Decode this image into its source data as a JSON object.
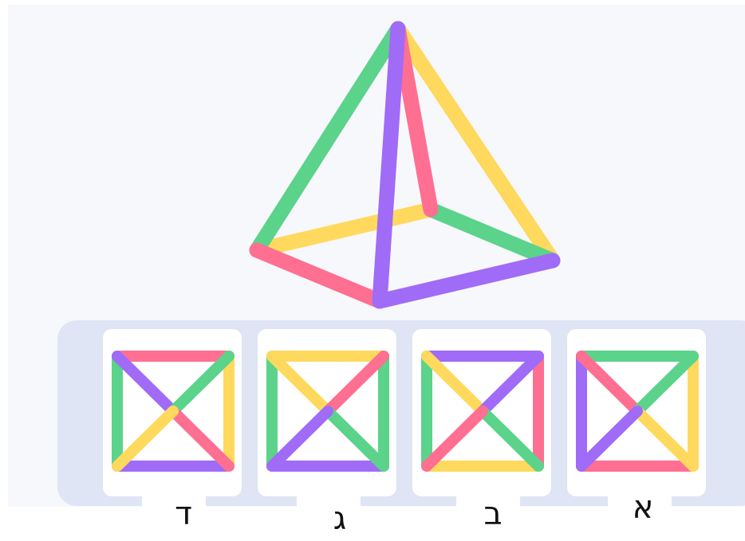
{
  "colors": {
    "green": "#5bd38a",
    "yellow": "#ffd95e",
    "pink": "#ff6f92",
    "purple": "#a06bf7",
    "tray": "#dfe5f5"
  },
  "pyramid": {
    "edges": [
      {
        "from": "apex",
        "to": "left",
        "color": "green"
      },
      {
        "from": "apex",
        "to": "back",
        "color": "pink"
      },
      {
        "from": "apex",
        "to": "right",
        "color": "yellow"
      },
      {
        "from": "apex",
        "to": "front",
        "color": "purple"
      },
      {
        "from": "left",
        "to": "back",
        "color": "yellow"
      },
      {
        "from": "back",
        "to": "right",
        "color": "green"
      },
      {
        "from": "left",
        "to": "front",
        "color": "pink"
      },
      {
        "from": "front",
        "to": "right",
        "color": "purple"
      }
    ]
  },
  "options": [
    {
      "label": "ד",
      "edges": {
        "top": "pink",
        "bottom": "purple",
        "left": "green",
        "right": "yellow",
        "diag_tl_c": "purple",
        "diag_tr_c": "green",
        "diag_bl_c": "yellow",
        "diag_br_c": "pink"
      }
    },
    {
      "label": "ג",
      "edges": {
        "top": "yellow",
        "bottom": "purple",
        "left": "green",
        "right": "green",
        "diag_tl_c": "yellow",
        "diag_tr_c": "pink",
        "diag_bl_c": "purple",
        "diag_br_c": "green"
      }
    },
    {
      "label": "ב",
      "edges": {
        "top": "purple",
        "bottom": "yellow",
        "left": "green",
        "right": "pink",
        "diag_tl_c": "yellow",
        "diag_tr_c": "purple",
        "diag_bl_c": "pink",
        "diag_br_c": "green"
      }
    },
    {
      "label": "א",
      "edges": {
        "top": "green",
        "bottom": "pink",
        "left": "purple",
        "right": "yellow",
        "diag_tl_c": "pink",
        "diag_tr_c": "green",
        "diag_bl_c": "purple",
        "diag_br_c": "yellow"
      }
    }
  ]
}
